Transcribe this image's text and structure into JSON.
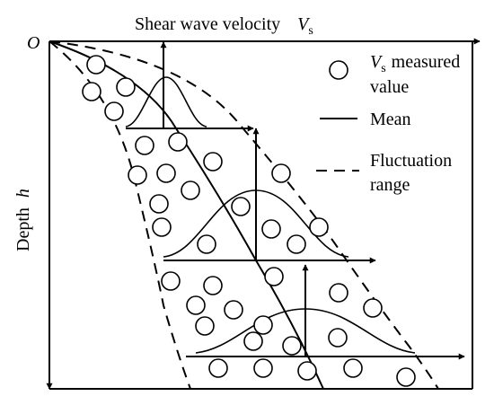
{
  "title": {
    "text": "Shear wave velocity",
    "symbol": "V",
    "subscript": "s"
  },
  "origin_label": "O",
  "y_axis_label": {
    "text": "Depth",
    "symbol": "h"
  },
  "legend": {
    "points": {
      "symbol": "V",
      "subscript": "s",
      "line1": "measured",
      "line2": "value"
    },
    "mean": "Mean",
    "fluctuation": {
      "line1": "Fluctuation",
      "line2": "range"
    }
  },
  "colors": {
    "ink": "#000000",
    "background": "#ffffff"
  }
}
